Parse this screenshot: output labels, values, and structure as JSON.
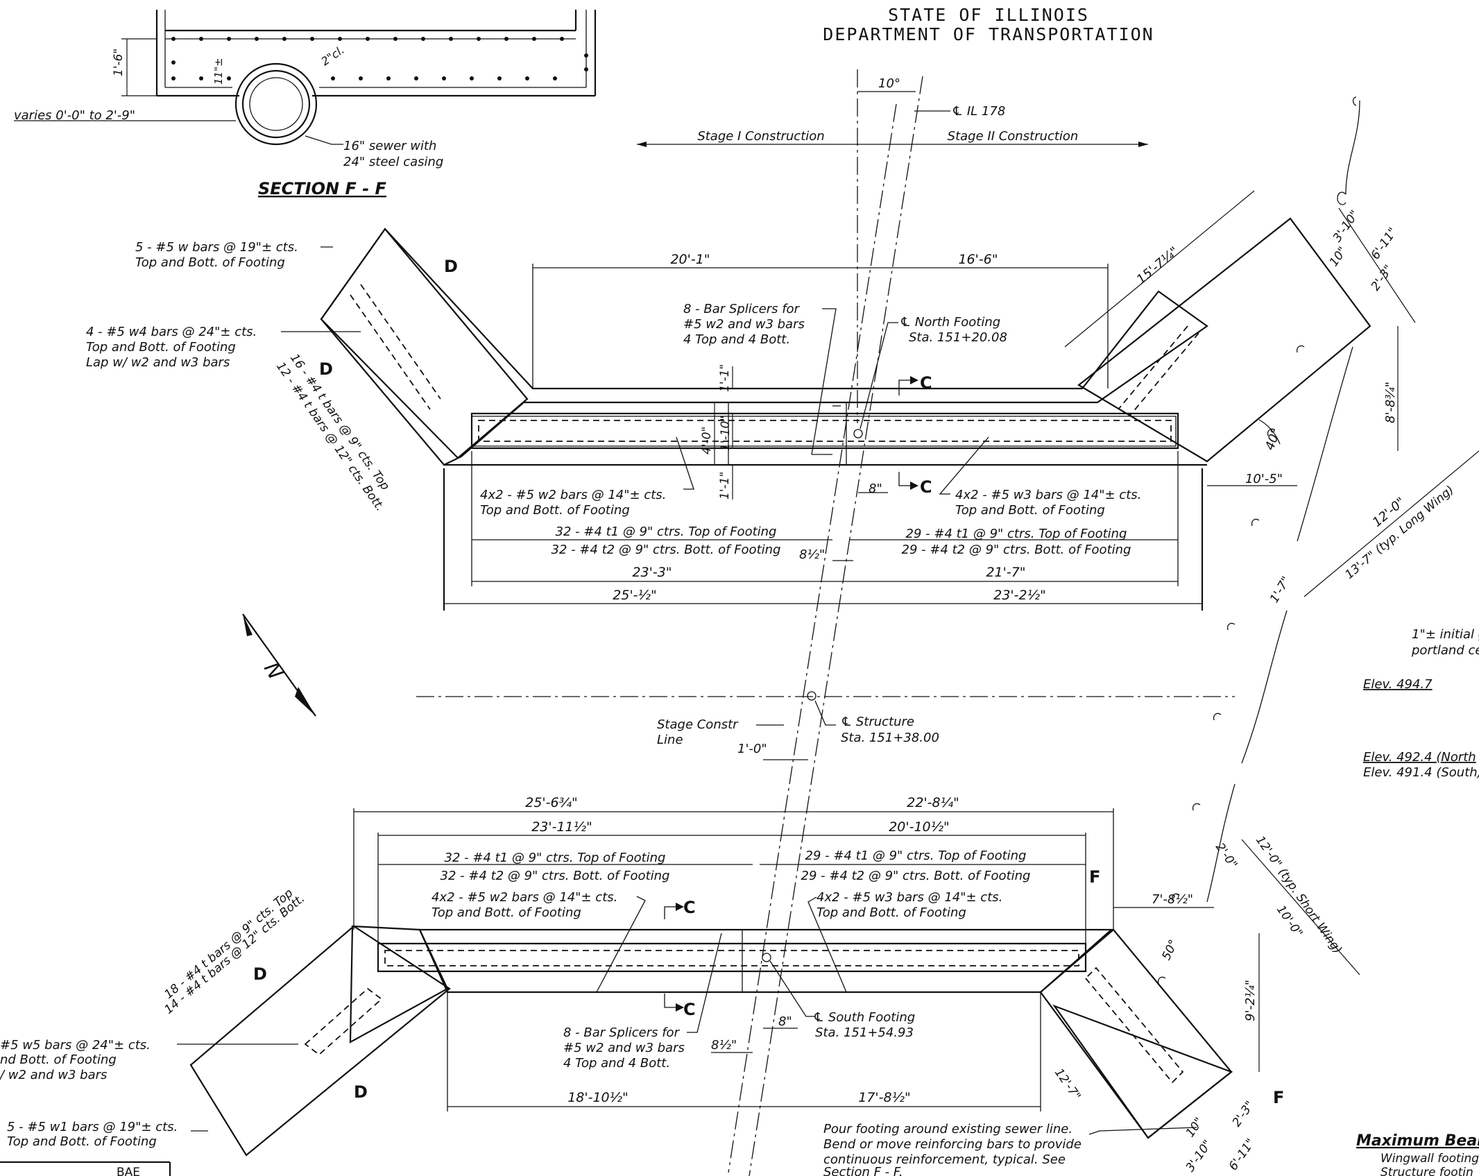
{
  "header": {
    "line1": "STATE OF ILLINOIS",
    "line2": "DEPARTMENT OF TRANSPORTATION"
  },
  "section_ff": {
    "title": "SECTION F - F",
    "dim_height": "1'-6\"",
    "dim_11": "11\"±",
    "dim_2cl": "2\"cl.",
    "varies": "varies 0'-0\" to 2'-9\"",
    "sewer_1": "16\" sewer with",
    "sewer_2": "24\" steel casing"
  },
  "centerlines": {
    "angle": "10°",
    "il178": "℄ IL 178",
    "stage1": "Stage I Construction",
    "stage2": "Stage II Construction",
    "stage_line_1": "Stage Constr",
    "stage_line_2": "Line",
    "stage_off": "1'-0\"",
    "structure_1": "℄ Structure",
    "structure_2": "Sta. 151+38.00"
  },
  "north_footing": {
    "w_bars_1": "5 - #5 w bars @ 19\"± cts.",
    "w_bars_2": "Top and Bott. of Footing",
    "w4_1": "4 - #5 w4 bars @ 24\"± cts.",
    "w4_2": "Top and Bott. of Footing",
    "w4_3": "Lap w/ w2 and w3 bars",
    "t_top": "16 - #4 t bars @ 9\" cts. Top",
    "t_bott": "12 - #4 t bars @ 12\" cts. Bott.",
    "sec_d1": "D",
    "sec_d2": "D",
    "dim_20_1": "20'-1\"",
    "dim_16_6": "16'-6\"",
    "splice_1": "8 - Bar Splicers for",
    "splice_2": "#5 w2 and w3 bars",
    "splice_3": "4 Top and 4 Bott.",
    "cl_1": "℄ North Footing",
    "cl_2": "Sta. 151+20.08",
    "sec_c_top": "C",
    "sec_c_bot": "C",
    "dim_1_1_top": "1'-1\"",
    "dim_4_0": "4'-0\"",
    "dim_1_10": "1'-10\"",
    "dim_1_1_bot": "1'-1\"",
    "dim_8": "8\"",
    "w2_1": "4x2 - #5 w2 bars @ 14\"± cts.",
    "w2_2": "Top and Bott. of Footing",
    "w3_1": "4x2 - #5 w3 bars @ 14\"± cts.",
    "w3_2": "Top and Bott. of Footing",
    "t1_left": "32 - #4 t1 @ 9\" ctrs. Top of Footing",
    "t2_left": "32 - #4 t2 @ 9\" ctrs. Bott. of Footing",
    "t1_right": "29 - #4 t1 @ 9\" ctrs. Top of Footing",
    "t2_right": "29 - #4 t2 @ 9\" ctrs. Bott. of Footing",
    "dim_8_half": "8½\"",
    "dim_23_3": "23'-3\"",
    "dim_21_7": "21'-7\"",
    "dim_25_half": "25'-½\"",
    "dim_23_2half": "23'-2½\"",
    "dim_15_7": "15'-7¼\"",
    "dim_3_10": "3'-10\"",
    "dim_6_11": "6'-11\"",
    "dim_10": "10\"",
    "dim_2_3": "2'-3\"",
    "dim_8_3": "8'-8¾\"",
    "angle_40": "40°",
    "dim_10_5": "10'-5\"",
    "dim_12_0": "12'-0\"",
    "dim_13_7": "13'-7\" (typ. Long Wing)",
    "dim_1_7": "1'-7\""
  },
  "south_footing": {
    "dim_25_6": "25'-6¾\"",
    "dim_22_8": "22'-8¼\"",
    "dim_23_11": "23'-11½\"",
    "dim_20_10": "20'-10½\"",
    "t1_left": "32 - #4 t1 @ 9\" ctrs. Top of Footing",
    "t2_left": "32 - #4 t2 @ 9\" ctrs. Bott. of Footing",
    "t1_right": "29 - #4 t1 @ 9\" ctrs. Top of Footing",
    "t2_right": "29 - #4 t2 @ 9\" ctrs. Bott. of Footing",
    "w2_1": "4x2 - #5 w2 bars @ 14\"± cts.",
    "w2_2": "Top and Bott. of Footing",
    "w3_1": "4x2 - #5 w3 bars @ 14\"± cts.",
    "w3_2": "Top and Bott. of Footing",
    "sec_c_top": "C",
    "sec_c_bot": "C",
    "t_top": "18 - #4 t bars @ 9\" cts. Top",
    "t_bott": "14 - #4 t bars @ 12\" cts. Bott.",
    "sec_d1": "D",
    "sec_d2": "D",
    "w5_1": "#5 w5 bars @ 24\"± cts.",
    "w5_2": "nd Bott. of Footing",
    "w5_3": "/ w2 and w3 bars",
    "w1_1": "5 - #5 w1 bars @ 19\"± cts.",
    "w1_2": "Top and Bott. of Footing",
    "splice_1": "8 - Bar Splicers for",
    "splice_2": "#5 w2 and w3 bars",
    "splice_3": "4 Top and 4 Bott.",
    "dim_8_half": "8½\"",
    "dim_8": "8\"",
    "cl_1": "℄ South Footing",
    "cl_2": "Sta. 151+54.93",
    "dim_18_10": "18'-10½\"",
    "dim_17_8": "17'-8½\"",
    "pour_1": "Pour footing around existing sewer line.",
    "pour_2": "Bend or move reinforcing bars to provide",
    "pour_3": "continuous reinforcement, typical.  See",
    "pour_4": "Section F - F.",
    "sec_f1": "F",
    "sec_f2": "F",
    "dim_7_8": "7'-8½\"",
    "dim_2_0": "2'-0\"",
    "dim_12_0_short": "12'-0\" (typ. Short Wing)",
    "dim_10_0": "10'-0\"",
    "angle_50": "50°",
    "dim_9_2": "9'-2¼\"",
    "dim_12_7": "12'-7\"",
    "dim_10": "10\"",
    "dim_2_3": "2'-3\"",
    "dim_3_10": "3'-10\"",
    "dim_6_11": "6'-11\""
  },
  "right_notes": {
    "initial_1": "1\"± initial g",
    "initial_2": "portland ce",
    "elev_1": "Elev. 494.7",
    "elev_2": "Elev. 492.4 (North",
    "elev_3": "Elev. 491.4 (South)",
    "max_bear": "Maximum Bear",
    "wingwall": "Wingwall footing",
    "structure": "Structure footin"
  },
  "bottom_left": {
    "fragment": "BAE"
  },
  "north_arrow": "N"
}
